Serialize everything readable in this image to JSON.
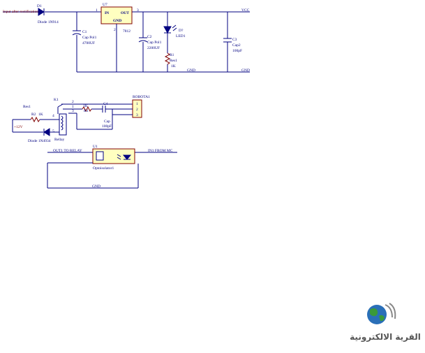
{
  "labels": {
    "input_label": "Input after rectification",
    "vcc": "VCC",
    "gnd_main_1": "GND",
    "gnd_main_2": "GND",
    "d1_ref": "D1",
    "d1_val": "Diode 1N914",
    "c1_ref": "C1",
    "c1_type": "Cap Pol1",
    "c1_val": "4700UF",
    "u7_ref": "U7",
    "u7_in": "IN",
    "u7_out": "OUT",
    "u7_gnd": "GND",
    "u7_val": "7812",
    "u7_pin1": "1",
    "u7_pin2": "2",
    "u7_pin3": "3",
    "c2_ref": "C2",
    "c2_type": "Cap Pol1",
    "c2_val": "2200UF",
    "d7_ref": "D?",
    "d7_val": "LED1",
    "r1_ref": "R1",
    "r1_type": "Res1",
    "r1_val": "1K",
    "c3_ref": "C3",
    "c3_type": "Cap2",
    "c3_val": "100pF",
    "robot_ref": "ROBOTA1",
    "robot_pin1": "1",
    "robot_pin2": "2",
    "robot_pin3": "3",
    "k1_ref": "K1",
    "k1_pin2": "2",
    "k1_pin1": "1",
    "k1_pin3": "3",
    "k1_pin4": "4",
    "k1_pin5": "5",
    "relay_label": "Rellay",
    "r3_ref": "R3",
    "r3_val": "1K",
    "c4_ref": "C4",
    "c4_type": "Cap",
    "c4_val": "100pF",
    "r2_ref": "R2",
    "r2_val": "1K",
    "res1_label": "Res1",
    "plus12": "+12V",
    "d2_val": "Diode 1N4934",
    "opto_ref": "U1",
    "opto_val": "Optoisolator1",
    "out1": "OUT1 TO RELAY",
    "in1": "IN1 FROM MC",
    "gnd_opto": "GND"
  },
  "logo": {
    "icon": "globe-icon",
    "text": "القرية الالكترونية"
  },
  "colors": {
    "wire": "#000080",
    "part": "#800000",
    "logo_green": "#3a9a3a",
    "logo_blue": "#2a6fb8"
  }
}
